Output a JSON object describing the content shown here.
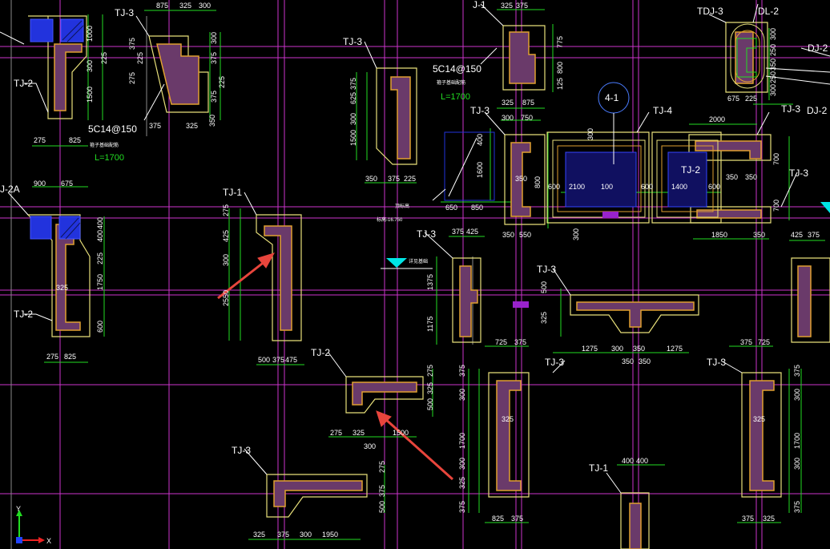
{
  "colors": {
    "background": "#000000",
    "grid_line": "#cc33cc",
    "outline": "#e8e07a",
    "member": "#6a3a6a",
    "member_core": "#e0a030",
    "dimension": "#22dd22",
    "annotation": "#ffffff",
    "arrow": "#e8453c",
    "marker": "#00e5e5",
    "blue": "#2233dd"
  },
  "labels": {
    "tj3_a": "TJ-3",
    "tj2_a": "TJ-2",
    "tj2a": "J-2A",
    "tj2_b": "TJ-2",
    "tj1_a": "TJ-1",
    "tj3_b": "TJ-3",
    "tj2_c": "TJ-2",
    "tj3_c": "TJ-3",
    "j1": "J-1",
    "tj3_d": "TJ-3",
    "tj3_e": "TJ-3",
    "tj4": "TJ-4",
    "tj2_d": "TJ-2",
    "tj3_f": "TJ-3",
    "tj3_g": "TJ-3",
    "tj3_h": "TJ-3",
    "tj3_i": "TJ-3",
    "tj1_b": "TJ-1",
    "tdj3": "TDJ-3",
    "dl2": "DL-2",
    "dj2_a": "DJ-2",
    "dj2_b": "DJ-2",
    "tj3_j": "TJ-3"
  },
  "rebar": {
    "spec_a": "5C14@150",
    "length_a": "L=1700",
    "spec_b": "5C14@150",
    "length_b": "L=1700"
  },
  "axis_bubble": "4-1",
  "dims_top_left": [
    "1000",
    "225",
    "300",
    "1500",
    "275",
    "825"
  ],
  "dims_tj3a": [
    "875",
    "325",
    "300",
    "375",
    "225",
    "275",
    "300",
    "375",
    "225",
    "375",
    "350",
    "325",
    "375"
  ],
  "dims_tj2a": [
    "900",
    "675",
    "400",
    "400",
    "225",
    "1750",
    "325",
    "600",
    "275",
    "825"
  ],
  "dims_tj1a": [
    "275",
    "425",
    "300",
    "2550",
    "500",
    "375",
    "475"
  ],
  "dims_tj3b": [
    "375",
    "625",
    "300",
    "1500",
    "350",
    "375",
    "225"
  ],
  "dims_tj2c": [
    "275",
    "325",
    "500",
    "275",
    "325",
    "1500",
    "300"
  ],
  "dims_tj3c": [
    "325",
    "375",
    "300",
    "1950",
    "275",
    "500",
    "375"
  ],
  "dims_j1": [
    "325",
    "375",
    "775",
    "800",
    "125",
    "325",
    "875"
  ],
  "dims_tj4": [
    "300",
    "750",
    "400",
    "1600",
    "650",
    "850",
    "350",
    "800",
    "600",
    "2100",
    "100",
    "600",
    "1400",
    "600",
    "300",
    "350",
    "550",
    "300",
    "350",
    "350"
  ],
  "dims_right": [
    "2000",
    "700",
    "1850",
    "350",
    "425",
    "375",
    "700",
    "675",
    "225",
    "300",
    "250",
    "350",
    "250",
    "300"
  ],
  "dims_lower": [
    "375",
    "425",
    "1375",
    "1175",
    "725",
    "375",
    "1275",
    "300",
    "350",
    "1275",
    "350",
    "350",
    "375",
    "725",
    "325",
    "375",
    "300",
    "1700",
    "300",
    "325",
    "375",
    "825",
    "375",
    "400",
    "400",
    "325",
    "375",
    "300",
    "1700",
    "300",
    "375",
    "375",
    "325",
    "500",
    "325"
  ],
  "elev_a": "顶标高",
  "elev_b": "标高-16.750",
  "section_note_a": "箍子基础配筋",
  "section_note_b": "箍子基础配筋",
  "marker_note": "详见基础",
  "ucs": {
    "y": "Y",
    "x": "X"
  }
}
